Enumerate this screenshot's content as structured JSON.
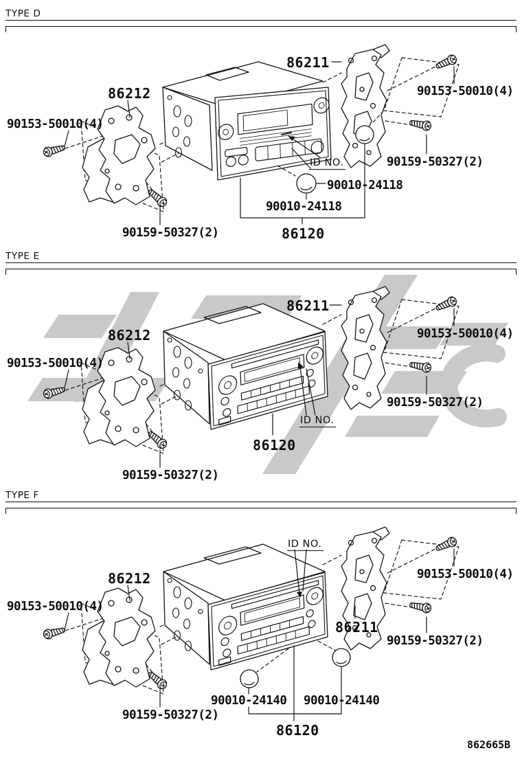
{
  "page": {
    "background": "#ffffff",
    "line_color": "#141414",
    "watermark_color": "#c9c9c9",
    "footer_code": "862665B"
  },
  "sections": [
    {
      "title": "TYPE D",
      "parts": {
        "bracket_left": "86212",
        "bracket_right": "86211",
        "screw_tapping_left": "90153-50010(4)",
        "screw_tapping_right": "90153-50010(4)",
        "screw_washer_left": "90159-50327(2)",
        "screw_washer_right": "90159-50327(2)",
        "id_no": "ID NO.",
        "knob_cap_upper": "90010-24118",
        "knob_cap_lower": "90010-24118",
        "radio_assembly": "86120"
      }
    },
    {
      "title": "TYPE E",
      "parts": {
        "bracket_left": "86212",
        "bracket_right": "86211",
        "screw_tapping_left": "90153-50010(4)",
        "screw_tapping_right": "90153-50010(4)",
        "screw_washer_left": "90159-50327(2)",
        "screw_washer_right": "90159-50327(2)",
        "id_no": "ID NO.",
        "radio_assembly": "86120"
      }
    },
    {
      "title": "TYPE F",
      "parts": {
        "bracket_left": "86212",
        "bracket_right": "86211",
        "screw_tapping_left": "90153-50010(4)",
        "screw_tapping_right": "90153-50010(4)",
        "screw_washer_left": "90159-50327(2)",
        "screw_washer_right": "90159-50327(2)",
        "id_no": "ID NO.",
        "knob_cap_left": "90010-24140",
        "knob_cap_right": "90010-24140",
        "radio_assembly": "86120"
      }
    }
  ]
}
